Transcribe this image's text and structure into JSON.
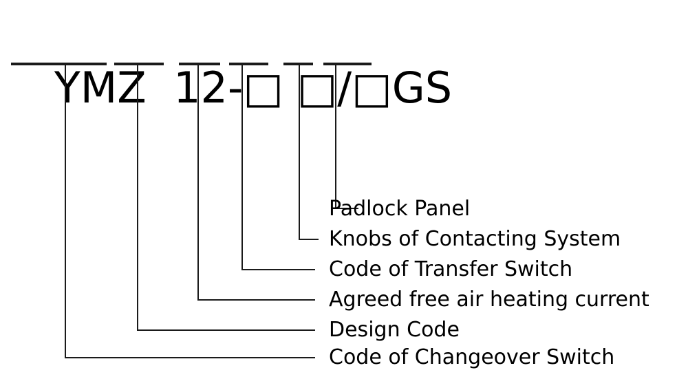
{
  "diagram": {
    "kind": "model-code-breakdown",
    "model_code": {
      "full": "YMZ 12-□ □/□GS",
      "parts": [
        {
          "text": "YMZ",
          "kind": "letters"
        },
        {
          "text": "12-",
          "kind": "letters"
        },
        {
          "text": "□",
          "kind": "box"
        },
        {
          "text": "□",
          "kind": "box"
        },
        {
          "text": "/",
          "kind": "separator"
        },
        {
          "text": "□",
          "kind": "box"
        },
        {
          "text": "GS",
          "kind": "letters"
        }
      ]
    },
    "callouts": [
      {
        "id": "padlock-panel",
        "label": "Padlock Panel"
      },
      {
        "id": "knobs-of-contacting-system",
        "label": "Knobs of Contacting System"
      },
      {
        "id": "code-of-transfer-switch",
        "label": "Code of Transfer Switch"
      },
      {
        "id": "agreed-free-air-heating-current",
        "label": "Agreed free air heating current"
      },
      {
        "id": "design-code",
        "label": "Design Code"
      },
      {
        "id": "code-of-changeover-switch",
        "label": "Code of Changeover Switch"
      }
    ],
    "colors": {
      "background": "#ffffff",
      "ink": "#000000",
      "line": "#1a1a1a"
    }
  }
}
